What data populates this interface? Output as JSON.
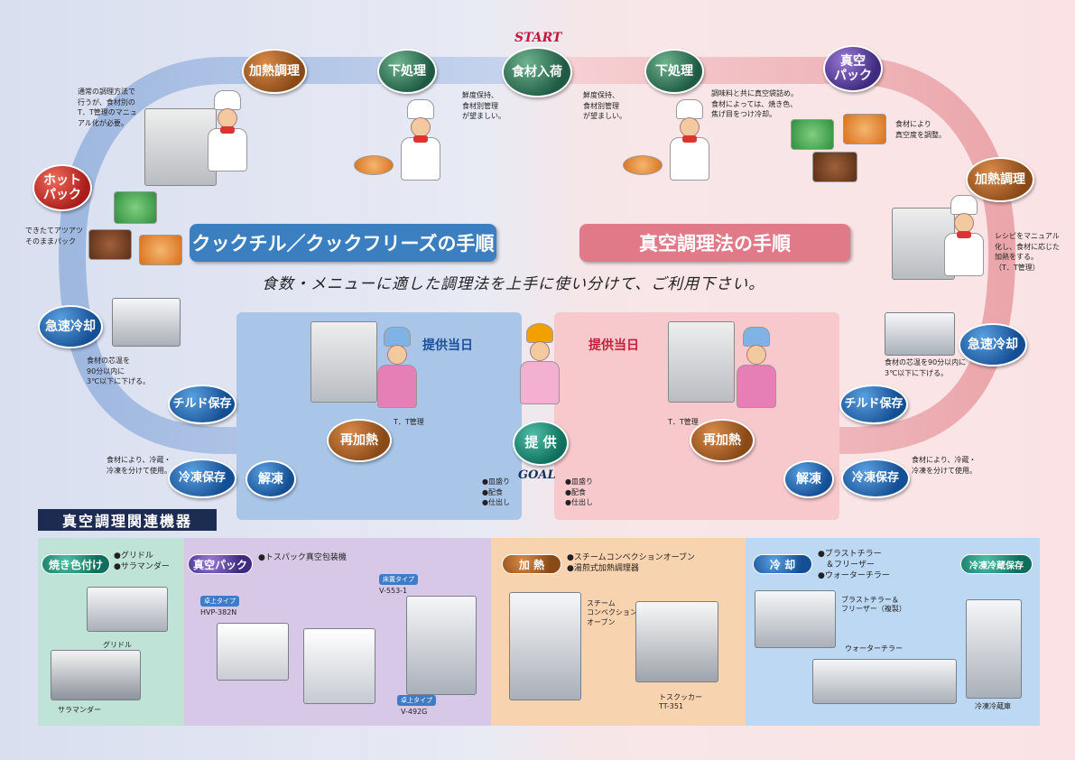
{
  "left_title": "クックチル／クックフリーズの手順",
  "right_title": "真空調理法の手順",
  "slogan": "食数・メニューに適した調理法を上手に使い分けて、ご利用下さい。",
  "start_label": "START",
  "goal_label": "GOAL",
  "center_top": "食材入荷",
  "center_bottom": "提 供",
  "left_steps": {
    "prep": "下処理",
    "heat": "加熱調理",
    "hotpack": "ホット\nパック",
    "quick_cool": "急速冷却",
    "chilled": "チルド保存",
    "frozen": "冷凍保存",
    "thaw": "解凍",
    "reheat": "再加熱"
  },
  "right_steps": {
    "prep": "下処理",
    "vacpack": "真空\nパック",
    "heat": "加熱調理",
    "quick_cool": "急速冷却",
    "chilled": "チルド保存",
    "frozen": "冷凍保存",
    "thaw": "解凍",
    "reheat": "再加熱"
  },
  "notes": {
    "left_heat": "通常の調理方法で\n行うが、食材別の\nT．T管理のマニュ\nアル化が必要。",
    "left_prep": "鮮度保持、\n食材別管理\nが望ましい。",
    "left_hotpack": "できたてアツアツ\nそのままパック",
    "left_cool": "食材の芯温を\n90分以内に\n3℃以下に下げる。",
    "left_frozen": "食材により、冷蔵・\n冷凍を分けて使用。",
    "right_prep": "鮮度保持、\n食材別管理\nが望ましい。",
    "right_prep2": "調味料と共に真空袋詰め。\n食材によっては、焼き色、\n焦げ目をつけ冷却。",
    "right_vacpack": "食材により\n真空度を調整。",
    "right_heat": "レシピをマニュアル\n化し、食材に応じた\n加熱をする。\n（T．T管理）",
    "right_cool": "食材の芯温を90分以内に\n3℃以下に下げる。",
    "right_frozen": "食材により、冷蔵・\n冷凍を分けて使用。",
    "tt_left": "T．T管理",
    "tt_right": "T．T管理",
    "serve_left": "●皿盛り\n●配食\n●仕出し",
    "serve_right": "●皿盛り\n●配食\n●仕出し"
  },
  "day_of_service_left": "提供当日",
  "day_of_service_right": "提供当日",
  "equipment_title": "真空調理関連機器",
  "equipment": {
    "grill": {
      "tag": "焼き色付け",
      "list": "●グリドル\n●サラマンダー",
      "cap1": "グリドル",
      "cap2": "サラマンダー"
    },
    "vacuum": {
      "tag": "真空パック",
      "list": "●トスパック真空包装機",
      "type1_tag": "卓上タイプ",
      "type1_model": "HVP-382N",
      "type2_tag": "床置タイプ",
      "type2_model": "V-553-1",
      "type3_tag": "卓上タイプ",
      "type3_model": "V-492G"
    },
    "heat": {
      "tag": "加 熱",
      "list": "●スチームコンベクションオーブン\n●湯煎式加熱調理器",
      "cap1": "スチーム\nコンベクション\nオーブン",
      "cap2": "トスクッカー\nTT-351"
    },
    "cool": {
      "tag": "冷 却",
      "list": "●ブラストチラー\n　＆フリーザー\n●ウォーターチラー",
      "tag2": "冷凍冷蔵保存",
      "cap1": "ブラストチラー＆\nフリーザー（複製）",
      "cap2": "ウォーターチラー",
      "cap3": "冷凍冷蔵庫"
    }
  },
  "colors": {
    "left_title_bg": "#3c7fc0",
    "right_title_bg": "#e07a88",
    "loop_left": "#a9c1e4",
    "loop_right": "#f3c1c4"
  }
}
